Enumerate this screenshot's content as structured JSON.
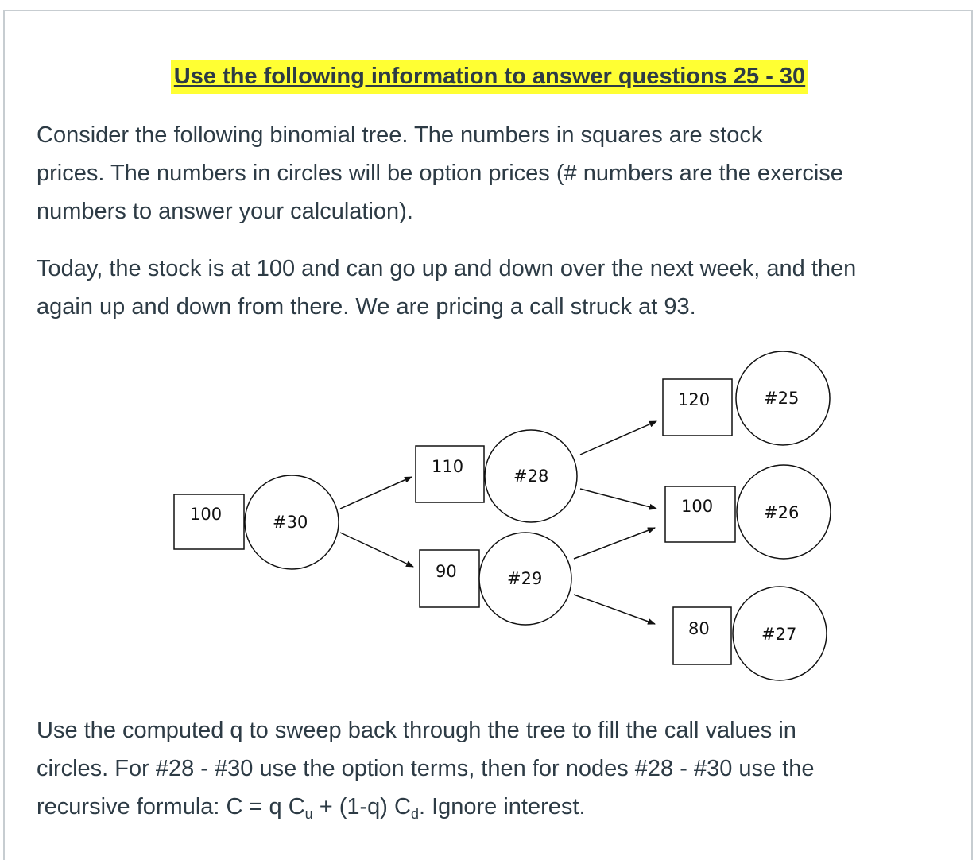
{
  "heading": "Use the following information to answer questions 25 - 30",
  "intro": {
    "line1": "Consider the following binomial tree. The numbers in squares are stock",
    "line2": "prices. The numbers in circles will be option prices (# numbers are the exercise",
    "line3": "numbers to answer your calculation)."
  },
  "scenario": {
    "line1": "Today, the stock is at 100 and can go up and down over the next week, and then",
    "line2": "again up and down from there. We are pricing a call struck at 93."
  },
  "tree": {
    "stock_root": "100",
    "option_root": "#30",
    "stock_up": "110",
    "option_up": "#28",
    "stock_down": "90",
    "option_down": "#29",
    "stock_uu": "120",
    "option_uu": "#25",
    "stock_ud": "100",
    "option_ud": "#26",
    "stock_dd": "80",
    "option_dd": "#27"
  },
  "instructions": {
    "line1": "Use the computed q to sweep back through the tree to fill the call values in",
    "line2": "circles. For #28 - #30 use the option terms, then for nodes #28 - #30 use the",
    "line3_a": "recursive formula:   C = q C",
    "sub_u": "u",
    "line3_b": " + (1-q) C",
    "sub_d": "d",
    "line3_c": ".  Ignore interest."
  }
}
